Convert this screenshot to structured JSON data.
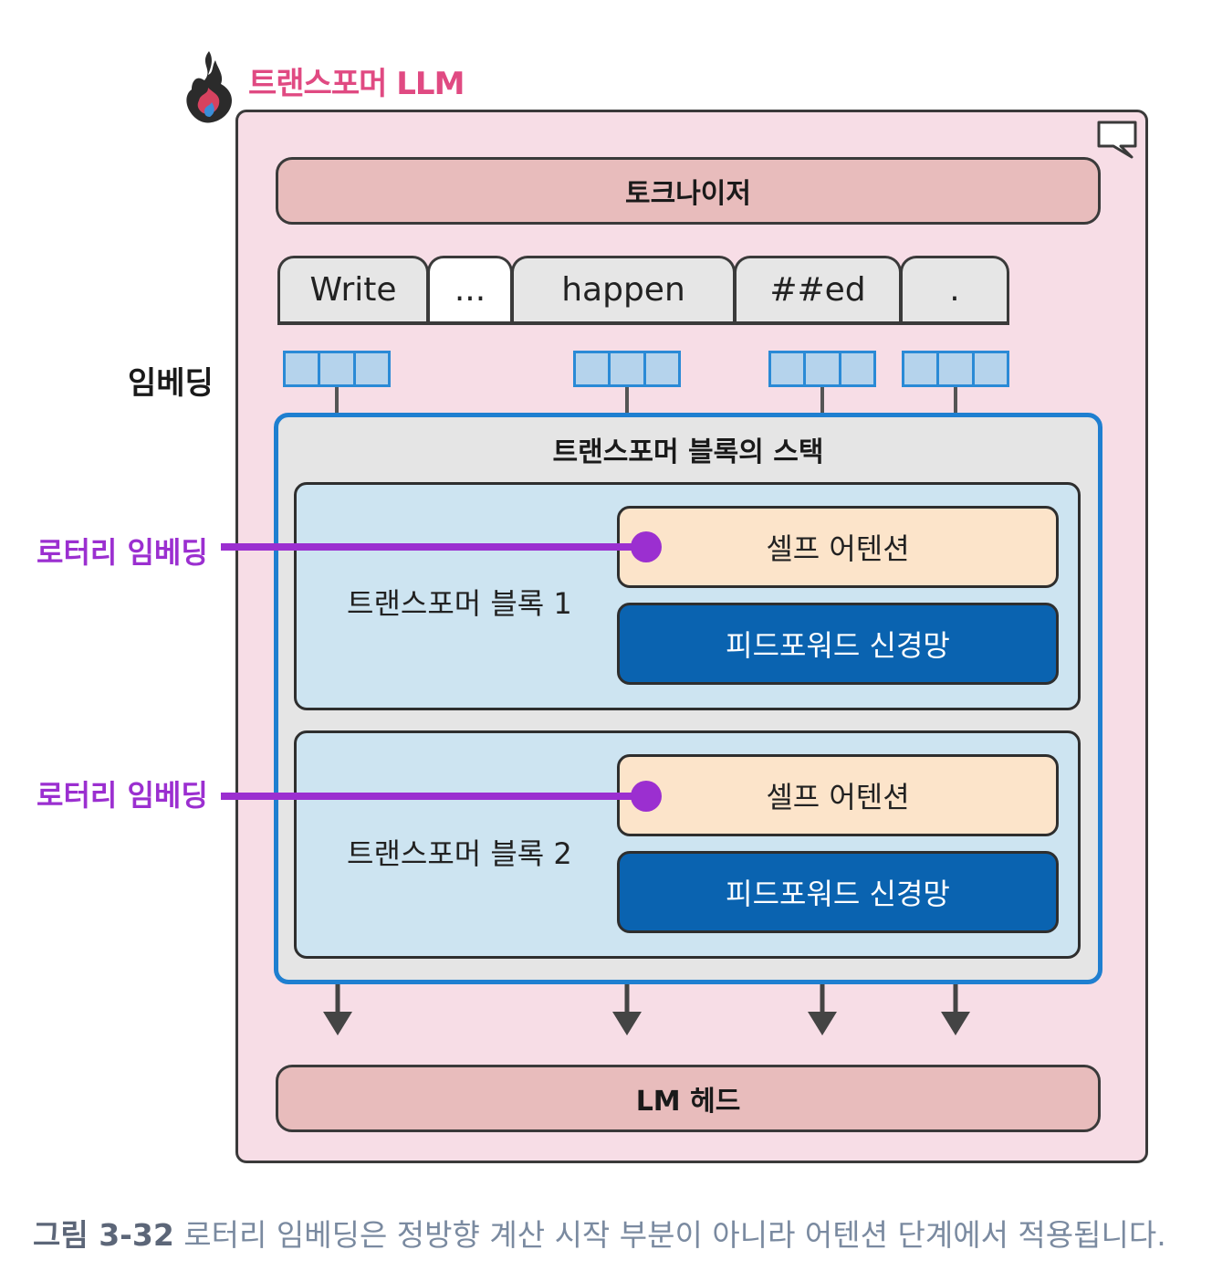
{
  "title": "트랜스포머 LLM",
  "tokenizer": "토크나이저",
  "tokens": [
    "Write",
    "...",
    "happen",
    "##ed",
    "."
  ],
  "embedding_label": "임베딩",
  "stack_title": "트랜스포머 블록의 스택",
  "blocks": [
    {
      "label": "트랜스포머 블록 1",
      "attention": "셀프 어텐션",
      "ffn": "피드포워드 신경망",
      "rope": "로터리 임베딩"
    },
    {
      "label": "트랜스포머 블록 2",
      "attention": "셀프 어텐션",
      "ffn": "피드포워드 신경망",
      "rope": "로터리 임베딩"
    }
  ],
  "lm_head": "LM 헤드",
  "caption": {
    "figure": "그림 3-32",
    "text": "로터리 임베딩은 정방향 계산 시작 부분이 아니라 어텐션 단계에서 적용됩니다."
  },
  "colors": {
    "title": "#e04a82",
    "rope": "#9b2fd0",
    "stack_border": "#1f7fd0",
    "ffn": "#0a63b0",
    "attention": "#fce4ca",
    "block": "#cde4f1",
    "outer": "#f7dde6",
    "bar": "#e8bcbc"
  },
  "icons": [
    "flame-logo-icon",
    "comment-icon",
    "arrow-down-icon"
  ]
}
